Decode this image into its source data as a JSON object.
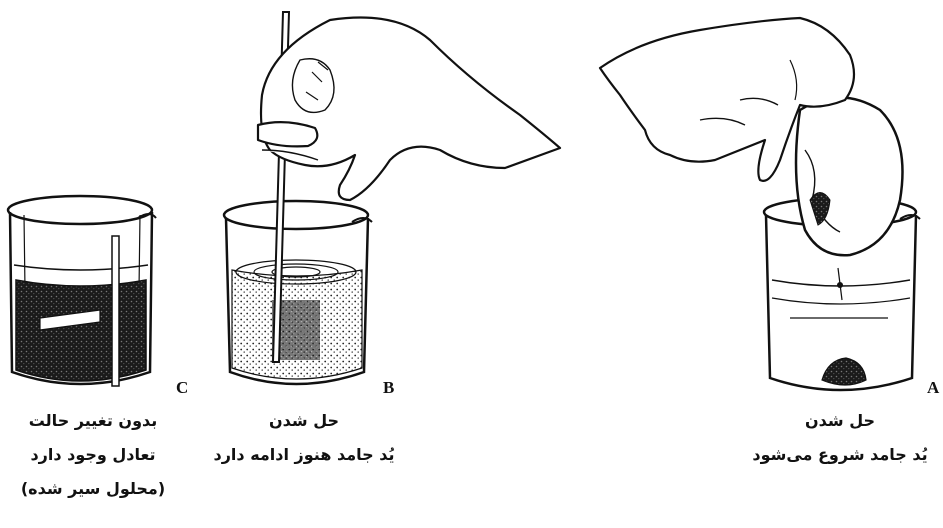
{
  "panels": [
    {
      "letter": "A",
      "caption": [
        "حل شدن",
        "یُد جامد شروع می‌شود"
      ]
    },
    {
      "letter": "B",
      "caption": [
        "حل شدن",
        "یُد جامد هنوز ادامه دارد"
      ]
    },
    {
      "letter": "C",
      "caption": [
        "بدون تغییر حالت",
        "تعادل وجود دارد",
        "(محلول سیر شده)"
      ]
    }
  ]
}
